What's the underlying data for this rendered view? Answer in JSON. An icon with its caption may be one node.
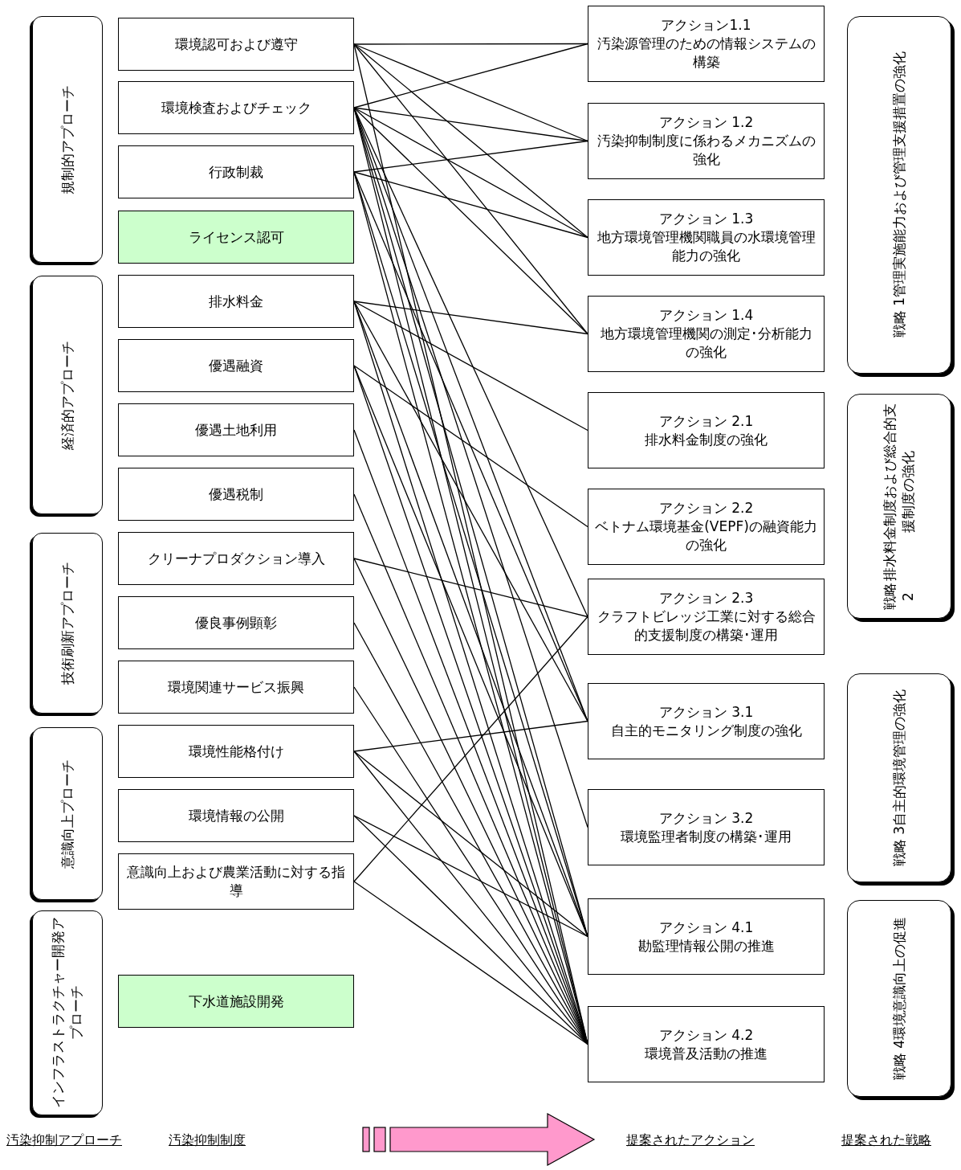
{
  "diagram": {
    "nodes": [
      {
        "text": [
          "規制的アプローチ"
        ]
      },
      {
        "text": [
          "経済的アプローチ"
        ]
      },
      {
        "text": [
          "技術刷新アプローチ"
        ]
      },
      {
        "text": [
          "意識向上プローチ"
        ]
      },
      {
        "text": [
          "インフラストラクチャー開発アプローチ"
        ]
      },
      {
        "text": [
          "環境認可および遵守"
        ]
      },
      {
        "text": [
          "環境検査およびチェック"
        ]
      },
      {
        "text": [
          "行政制裁"
        ]
      },
      {
        "text": [
          "ライセンス認可"
        ]
      },
      {
        "text": [
          "排水料金"
        ]
      },
      {
        "text": [
          "優遇融資"
        ]
      },
      {
        "text": [
          "優遇土地利用"
        ]
      },
      {
        "text": [
          "優遇税制"
        ]
      },
      {
        "text": [
          "クリーナプロダクション導入"
        ]
      },
      {
        "text": [
          "優良事例顕彰"
        ]
      },
      {
        "text": [
          "環境関連サービス振興"
        ]
      },
      {
        "text": [
          "環境性能格付け"
        ]
      },
      {
        "text": [
          "環境情報の公開"
        ]
      },
      {
        "text": [
          "意識向上および農業活動に対する指導"
        ]
      },
      {
        "text": [
          "下水道施設開発"
        ]
      },
      {
        "text": [
          "アクション1.1",
          "汚染源管理のための情報システムの構築"
        ]
      },
      {
        "text": [
          "アクション 1.2",
          "汚染抑制制度に係わるメカニズムの強化"
        ]
      },
      {
        "text": [
          "アクション 1.3",
          "地方環境管理機関職員の水環境管理能力の強化"
        ]
      },
      {
        "text": [
          "アクション 1.4",
          "地方環境管理機関の測定･分析能力の強化"
        ]
      },
      {
        "text": [
          "アクション 2.1",
          "排水料金制度の強化"
        ]
      },
      {
        "text": [
          "アクション 2.2",
          "ベトナム環境基金(VEPF)の融資能力の強化"
        ]
      },
      {
        "text": [
          "アクション 2.3",
          "クラフトビレッジ工業に対する総合的支援制度の構築･運用"
        ]
      },
      {
        "text": [
          "アクション 3.1",
          "自主的モニタリング制度の強化"
        ]
      },
      {
        "text": [
          "アクション 3.2",
          "環境監理者制度の構築･運用"
        ]
      },
      {
        "text": [
          "アクション 4.1",
          "勘監理情報公開の推進"
        ]
      },
      {
        "text": [
          "アクション 4.2",
          "環境普及活動の推進"
        ]
      },
      {
        "text": [
          "戦略 1",
          "管理実施能力および管理支援措置の強化"
        ]
      },
      {
        "text": [
          "戦略 2",
          "排水料金制度および総合的支援制度の強化"
        ]
      },
      {
        "text": [
          "戦略 3",
          "自主的環境管理の強化"
        ]
      },
      {
        "text": [
          "戦略 4",
          "環境意識向上の促進"
        ]
      }
    ],
    "edges": [
      {
        "from": 5,
        "to": 20,
        "arrow": "none"
      },
      {
        "from": 5,
        "to": 21,
        "arrow": "none"
      },
      {
        "from": 5,
        "to": 22,
        "arrow": "none"
      },
      {
        "from": 5,
        "to": 23,
        "arrow": "none"
      },
      {
        "from": 5,
        "to": 30,
        "arrow": "none"
      },
      {
        "from": 6,
        "to": 20,
        "arrow": "none"
      },
      {
        "from": 6,
        "to": 21,
        "arrow": "none"
      },
      {
        "from": 6,
        "to": 22,
        "arrow": "none"
      },
      {
        "from": 6,
        "to": 23,
        "arrow": "none"
      },
      {
        "from": 6,
        "to": 26,
        "arrow": "none"
      },
      {
        "from": 6,
        "to": 27,
        "arrow": "none"
      },
      {
        "from": 6,
        "to": 28,
        "arrow": "none"
      },
      {
        "from": 6,
        "to": 29,
        "arrow": "none"
      },
      {
        "from": 6,
        "to": 30,
        "arrow": "none"
      },
      {
        "from": 7,
        "to": 21,
        "arrow": "none"
      },
      {
        "from": 7,
        "to": 22,
        "arrow": "none"
      },
      {
        "from": 7,
        "to": 27,
        "arrow": "none"
      },
      {
        "from": 7,
        "to": 29,
        "arrow": "none"
      },
      {
        "from": 7,
        "to": 30,
        "arrow": "none"
      },
      {
        "from": 9,
        "to": 23,
        "arrow": "none"
      },
      {
        "from": 9,
        "to": 24,
        "arrow": "none"
      },
      {
        "from": 9,
        "to": 27,
        "arrow": "none"
      },
      {
        "from": 9,
        "to": 29,
        "arrow": "none"
      },
      {
        "from": 9,
        "to": 30,
        "arrow": "none"
      },
      {
        "from": 10,
        "to": 25,
        "arrow": "none"
      },
      {
        "from": 10,
        "to": 29,
        "arrow": "none"
      },
      {
        "from": 10,
        "to": 30,
        "arrow": "none"
      },
      {
        "from": 11,
        "to": 30,
        "arrow": "none"
      },
      {
        "from": 12,
        "to": 30,
        "arrow": "none"
      },
      {
        "from": 13,
        "to": 26,
        "arrow": "none"
      },
      {
        "from": 13,
        "to": 30,
        "arrow": "none"
      },
      {
        "from": 14,
        "to": 30,
        "arrow": "none"
      },
      {
        "from": 15,
        "to": 30,
        "arrow": "none"
      },
      {
        "from": 16,
        "to": 27,
        "arrow": "none"
      },
      {
        "from": 16,
        "to": 29,
        "arrow": "none"
      },
      {
        "from": 16,
        "to": 30,
        "arrow": "none"
      },
      {
        "from": 17,
        "to": 29,
        "arrow": "none"
      },
      {
        "from": 17,
        "to": 30,
        "arrow": "none"
      },
      {
        "from": 18,
        "to": 26,
        "arrow": "none"
      },
      {
        "from": 18,
        "to": 30,
        "arrow": "none"
      }
    ],
    "labels": [
      "汚染抑制アプローチ",
      "汚染抑制制度",
      "提案されたアクション",
      "提案された戦略"
    ]
  }
}
